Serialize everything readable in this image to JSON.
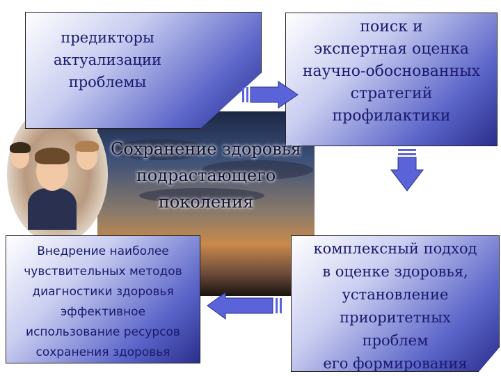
{
  "boxes": {
    "top_left": [
      "предикторы",
      "актуализации",
      "проблемы"
    ],
    "top_right": [
      "поиск и",
      "экспертная оценка",
      "научно-обоснованных",
      "стратегий",
      "профилактики"
    ],
    "bottom_left": [
      "Внедрение наиболее",
      "чувствительных методов",
      "диагностики здоровья",
      "эффективное",
      "использование ресурсов",
      "сохранения здоровья"
    ],
    "bottom_right": [
      "комплексный подход",
      "в оценке здоровья,",
      "установление",
      "приоритетных",
      "проблем",
      "его формирования"
    ]
  },
  "center": [
    "Сохранение здоровья",
    "подрастающего",
    "поколения"
  ],
  "colors": {
    "box_dark": "#2a2f8c",
    "box_light": "#c9cdf0",
    "text": "#1a1a6e",
    "arrow": "#5a64d8"
  },
  "icons": [
    "arrow-right-icon",
    "arrow-down-icon",
    "arrow-left-icon"
  ]
}
